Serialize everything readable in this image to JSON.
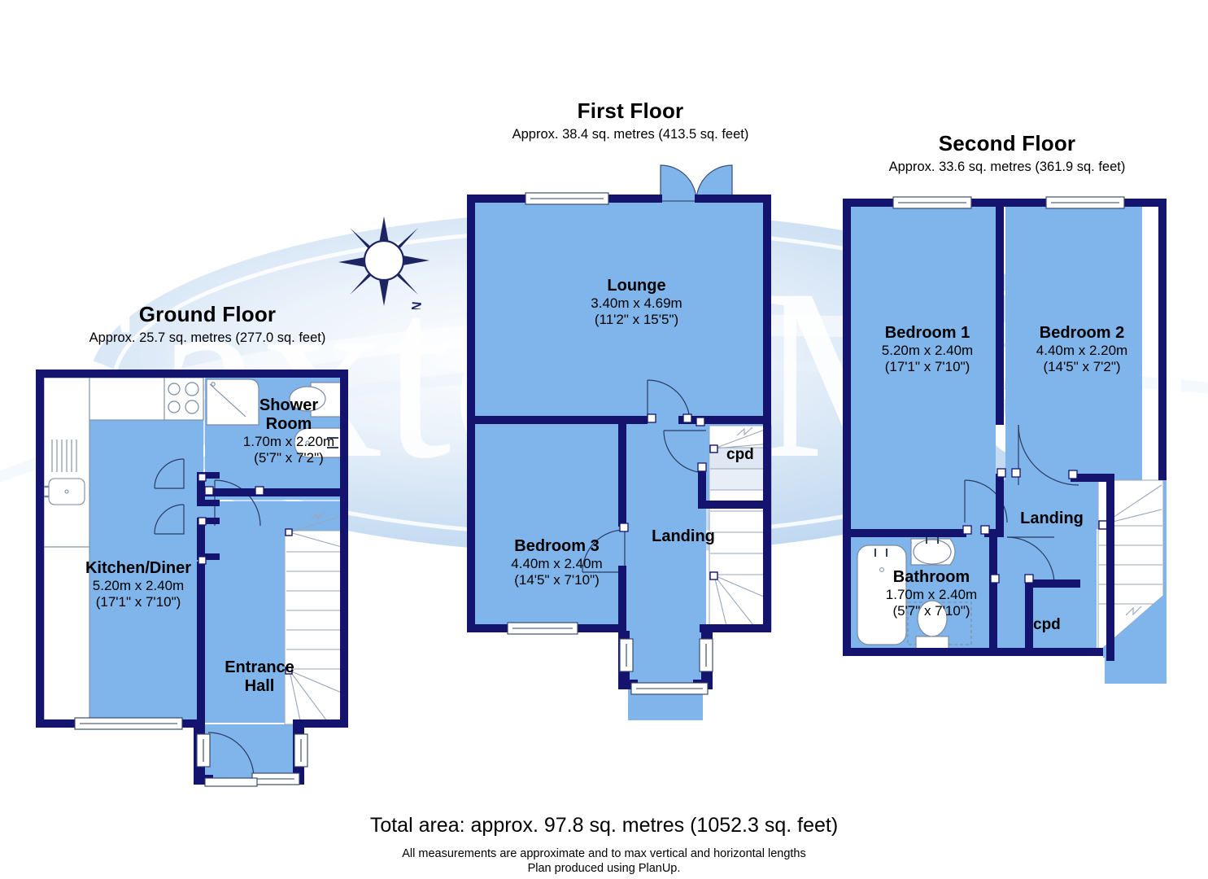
{
  "document": {
    "type": "floor-plan",
    "watermark": "Saxton Mee",
    "producer_note": "Plan produced using PlanUp."
  },
  "colors": {
    "wall": "#14146e",
    "room_fill": "#7fb5ea",
    "fixture_line": "#5a6a86",
    "white": "#ffffff",
    "text": "#000000",
    "watermark": "#cfe0f2"
  },
  "compass": {
    "name": "compass-rose",
    "north_label": "N"
  },
  "floors": [
    {
      "id": "ground",
      "title": "Ground Floor",
      "area": "Approx. 25.7 sq. metres (277.0 sq. feet)",
      "rooms": [
        {
          "id": "kitchen-diner",
          "name": "Kitchen/Diner",
          "metres": "5.20m x 2.40m",
          "feet": "(17'1\" x 7'10\")"
        },
        {
          "id": "shower-room",
          "name": "Shower Room",
          "name_line1": "Shower",
          "name_line2": "Room",
          "metres": "1.70m x 2.20m",
          "feet": "(5'7\" x 7'2\")"
        },
        {
          "id": "entrance-hall",
          "name": "Entrance Hall",
          "name_line1": "Entrance",
          "name_line2": "Hall",
          "metres": "",
          "feet": ""
        }
      ]
    },
    {
      "id": "first",
      "title": "First Floor",
      "area": "Approx. 38.4 sq. metres (413.5 sq. feet)",
      "rooms": [
        {
          "id": "lounge",
          "name": "Lounge",
          "metres": "3.40m x 4.69m",
          "feet": "(11'2\" x 15'5\")"
        },
        {
          "id": "bedroom-3",
          "name": "Bedroom 3",
          "metres": "4.40m x 2.40m",
          "feet": "(14'5\" x 7'10\")"
        },
        {
          "id": "landing-first",
          "name": "Landing",
          "metres": "",
          "feet": ""
        },
        {
          "id": "cpd-first",
          "name": "cpd",
          "metres": "",
          "feet": ""
        }
      ]
    },
    {
      "id": "second",
      "title": "Second Floor",
      "area": "Approx. 33.6 sq. metres (361.9 sq. feet)",
      "rooms": [
        {
          "id": "bedroom-1",
          "name": "Bedroom 1",
          "metres": "5.20m x 2.40m",
          "feet": "(17'1\" x 7'10\")"
        },
        {
          "id": "bedroom-2",
          "name": "Bedroom 2",
          "metres": "4.40m x 2.20m",
          "feet": "(14'5\" x 7'2\")"
        },
        {
          "id": "bathroom",
          "name": "Bathroom",
          "metres": "1.70m x 2.40m",
          "feet": "(5'7\" x 7'10\")"
        },
        {
          "id": "landing-second",
          "name": "Landing",
          "metres": "",
          "feet": ""
        },
        {
          "id": "cpd-second",
          "name": "cpd",
          "metres": "",
          "feet": ""
        }
      ]
    }
  ],
  "footer": {
    "total_area": "Total area: approx. 97.8 sq. metres (1052.3 sq. feet)",
    "disclaimer_line1": "All measurements are approximate and to max vertical and horizontal lengths",
    "disclaimer_line2": "Plan produced using PlanUp."
  }
}
